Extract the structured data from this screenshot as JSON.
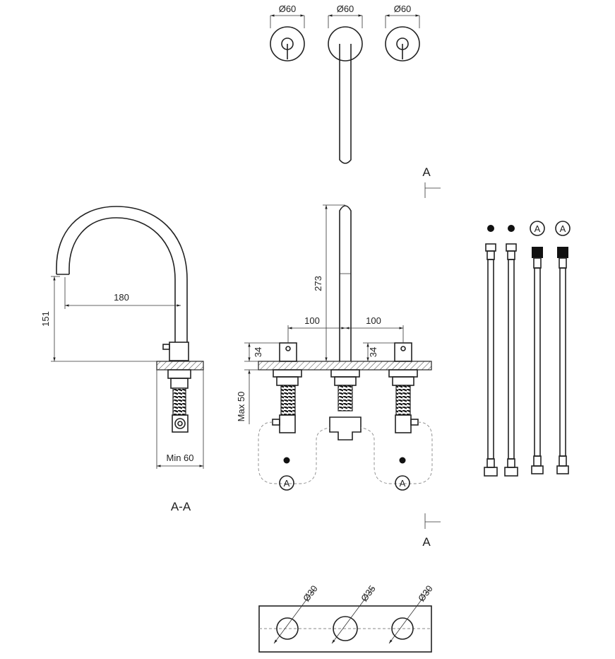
{
  "dimensions": {
    "top_handle_left": "Ø60",
    "top_spout": "Ø60",
    "top_handle_right": "Ø60",
    "reach": "180",
    "height": "151",
    "min_depth": "Min 60",
    "spout_height": "273",
    "spacing_left": "100",
    "spacing_right": "100",
    "handle_left_height": "34",
    "handle_right_height": "34",
    "max_thickness": "Max 50",
    "hole_left": "Ø30",
    "hole_center": "Ø35",
    "hole_right": "Ø30"
  },
  "labels": {
    "section_top": "A",
    "section_bottom": "A",
    "section_view": "A-A",
    "hose_tag_left": "A",
    "hose_tag_right": "A",
    "hose_tag_1": "A",
    "hose_tag_2": "A"
  }
}
